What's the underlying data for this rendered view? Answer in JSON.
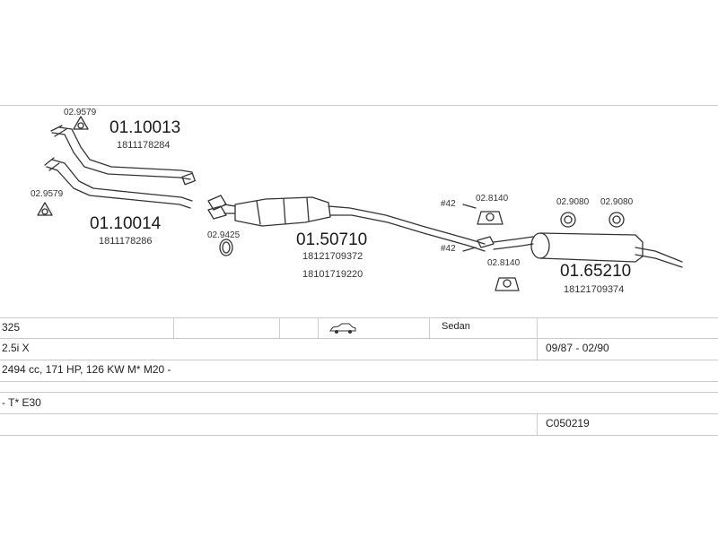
{
  "parts": {
    "pipe_a": {
      "code": "01.10013",
      "oe": "1811178284"
    },
    "pipe_b": {
      "code": "01.10014",
      "oe": "1811178286"
    },
    "mid_silencer": {
      "code": "01.50710",
      "oe1": "18121709372",
      "oe2": "18101719220"
    },
    "rear_silencer": {
      "code": "01.65210",
      "oe": "18121709374"
    },
    "gasket_top": "02.9579",
    "gasket_bottom": "02.9579",
    "ring": "02.9425",
    "hanger_top": "02.8140",
    "hanger_bottom": "02.8140",
    "rubber_1": "02.9080",
    "rubber_2": "02.9080",
    "clamp_top": "#42",
    "clamp_bottom": "#42"
  },
  "vehicle": {
    "model": "325",
    "body_icon": "car-sedan-icon",
    "body": "Sedan",
    "engine": "2.5i  X",
    "years": "09/87 - 02/90",
    "spec": "2494 cc, 171 HP, 126 KW M* M20 -",
    "type": "- T* E30",
    "code": "C050219"
  }
}
